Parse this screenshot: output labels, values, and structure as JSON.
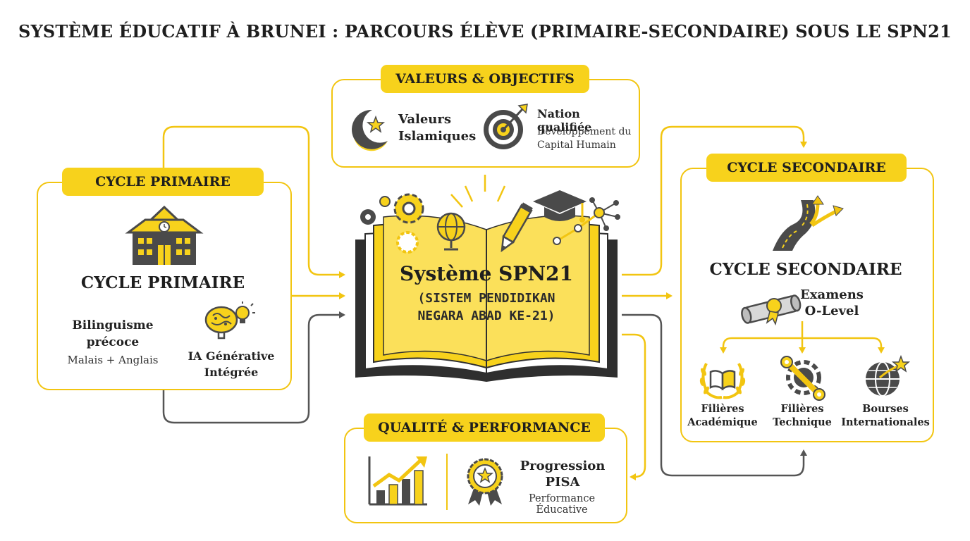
{
  "title": "SYSTÈME ÉDUCATIF À BRUNEI : PARCOURS ÉLÈVE (PRIMAIRE-SECONDAIRE) SOUS LE SPN21",
  "valeurs": {
    "tag": "VALEURS & OBJECTIFS",
    "islam_label": "Valeurs Islamiques",
    "nation_label": "Nation qualifiée",
    "nation_desc": "Développement du Capital Humain"
  },
  "primaire": {
    "tag": "CYCLE PRIMAIRE",
    "heading": "CYCLE PRIMAIRE",
    "bilingue_label": "Bilinguisme précoce",
    "bilingue_desc": "Malais + Anglais",
    "ia_label": "IA Générative Intégrée"
  },
  "center": {
    "title": "Système SPN21",
    "subtitle_line1": "(SISTEM PENDIDIKAN",
    "subtitle_line2": "NEGARA ABAD KE-21)"
  },
  "secondaire": {
    "tag": "CYCLE SECONDAIRE",
    "heading": "CYCLE SECONDAIRE",
    "exam_line1": "Examens",
    "exam_line2": "O-Level",
    "paths": [
      {
        "line1": "Filières",
        "line2": "Académique"
      },
      {
        "line1": "Filières",
        "line2": "Technique"
      },
      {
        "line1": "Bourses",
        "line2": "Internationales"
      }
    ]
  },
  "qualite": {
    "tag": "QUALITÉ & PERFORMANCE",
    "pisa_line1": "Progression",
    "pisa_line2": "PISA",
    "pisa_desc": "Performance Éducative"
  },
  "colors": {
    "accent": "#f7d21c",
    "border": "#f2c511",
    "dark": "#4a4a4a"
  },
  "icons": [
    "crescent-star-icon",
    "target-icon",
    "school-building-icon",
    "brain-bulb-icon",
    "book-icon",
    "gear-icon",
    "globe-icon",
    "pencil-icon",
    "graduation-cap-icon",
    "network-icon",
    "road-arrows-icon",
    "diploma-icon",
    "laurel-book-icon",
    "wrench-gear-icon",
    "globe-star-icon",
    "growth-chart-icon",
    "medal-icon"
  ]
}
